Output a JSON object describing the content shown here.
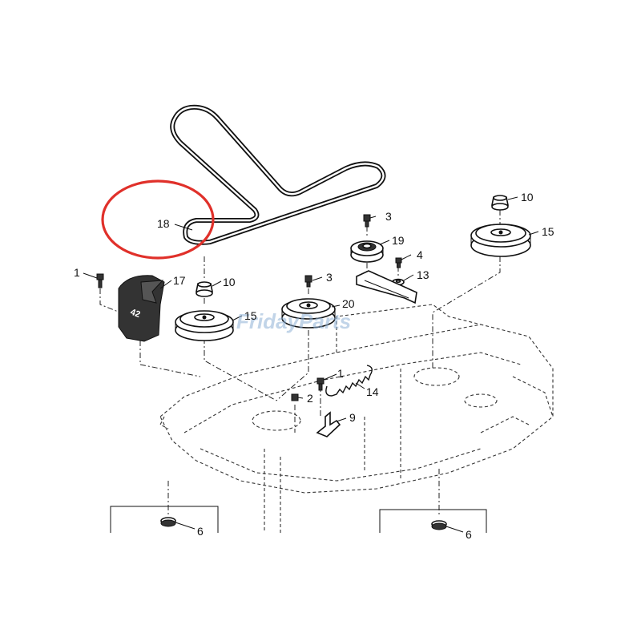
{
  "diagram": {
    "callouts": {
      "c1a": "1",
      "c1b": "1",
      "c2": "2",
      "c3a": "3",
      "c3b": "3",
      "c4": "4",
      "c6a": "6",
      "c6b": "6",
      "c9": "9",
      "c10a": "10",
      "c10b": "10",
      "c13": "13",
      "c14": "14",
      "c15a": "15",
      "c15b": "15",
      "c17": "17",
      "c18": "18",
      "c19": "19",
      "c20": "20"
    },
    "shield_label": "42",
    "watermark": "FridayParts",
    "highlight_color": "#e0302a"
  }
}
